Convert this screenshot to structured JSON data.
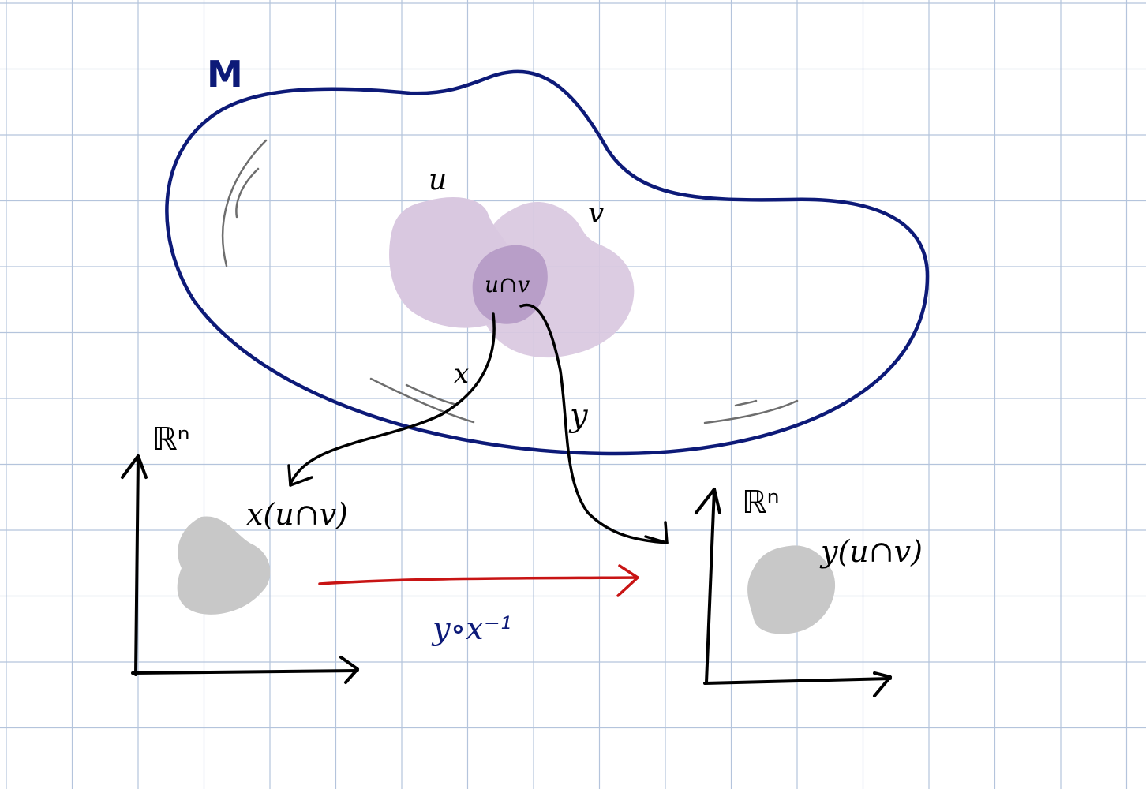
{
  "labels": {
    "manifold": "M",
    "set_u": "u",
    "set_v": "v",
    "intersection": "u∩v",
    "chart_x": "x",
    "chart_y": "y",
    "left_space": "ℝⁿ",
    "right_space": "ℝⁿ",
    "left_image": "x(u∩v)",
    "right_image": "y(u∩v)",
    "transition": "y∘x⁻¹"
  },
  "colors": {
    "grid": "#b4c4dc",
    "manifold_outline": "#0d1a78",
    "label_blue": "#0d1a78",
    "open_set_fill": "#d9c8e0",
    "intersection_fill": "#b89ec8",
    "image_fill": "#c8c8c8",
    "ink": "#000000",
    "shading": "#6e6e6e",
    "transition_arrow": "#c81414"
  }
}
